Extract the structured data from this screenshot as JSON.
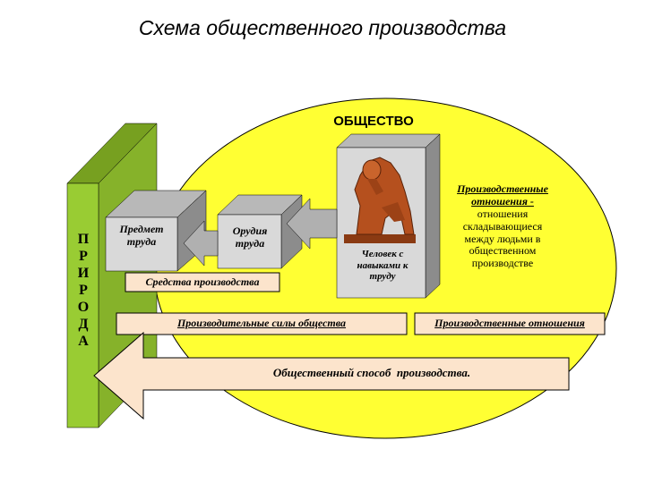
{
  "title": "Схема общественного производства",
  "society_label": "ОБЩЕСТВО",
  "nature_letters": [
    "П",
    "Р",
    "И",
    "Р",
    "О",
    "Д",
    "А"
  ],
  "boxes": {
    "subject": "Предмет труда",
    "tools": "Орудия труда",
    "human": "Человек с навыками к труду"
  },
  "means_of_production": "Средства производства",
  "production_relations_title": "Производственные отношения -",
  "production_relations_text": "отношения складывающиеся между людьми в общественном производстве",
  "productive_forces": "Производительные силы общества",
  "production_relations_bar": "Производственные отношения",
  "mode_of_production": "Общественный способ  производства.",
  "colors": {
    "ellipse": "#ffff33",
    "nature_panel": "#99cc33",
    "arrow_fill": "#fce4cc",
    "box_front": "#d9d9d9",
    "box_top": "#b8b8b8",
    "box_side": "#8c8c8c"
  }
}
